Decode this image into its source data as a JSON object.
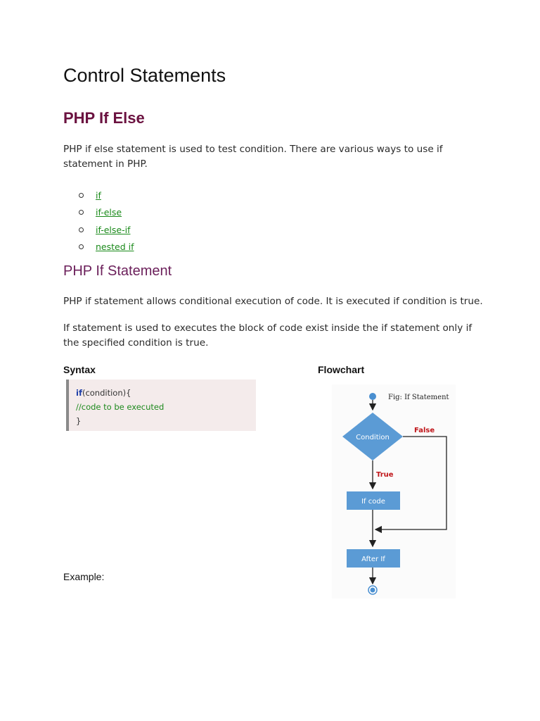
{
  "document": {
    "title": "Control Statements",
    "section_heading": "PHP If Else",
    "intro_paragraph": "PHP if else statement is used to test condition. There are various ways to use if statement in PHP.",
    "links": [
      {
        "label": "if"
      },
      {
        "label": "if-else"
      },
      {
        "label": "if-else-if"
      },
      {
        "label": "nested if"
      }
    ],
    "subheading": "PHP If Statement",
    "paragraph_1": "PHP if statement allows conditional execution of code. It is executed if condition is true.",
    "paragraph_2": "If statement is used to executes the block of code exist inside the if statement only if the specified condition is true.",
    "syntax_label": "Syntax",
    "flowchart_label": "Flowchart",
    "code": {
      "keyword": "if",
      "line1_rest": "(condition){",
      "line2": "//code to be executed",
      "line3": "}"
    },
    "example_label": "Example:"
  },
  "flowchart": {
    "caption": "Fig: If Statement",
    "condition_label": "Condition",
    "false_label": "False",
    "true_label": "True",
    "if_code_label": "If code",
    "after_if_label": "After If",
    "colors": {
      "box_fill": "#5b9bd5",
      "false_true_text": "#c0161a",
      "line": "#222222"
    }
  }
}
